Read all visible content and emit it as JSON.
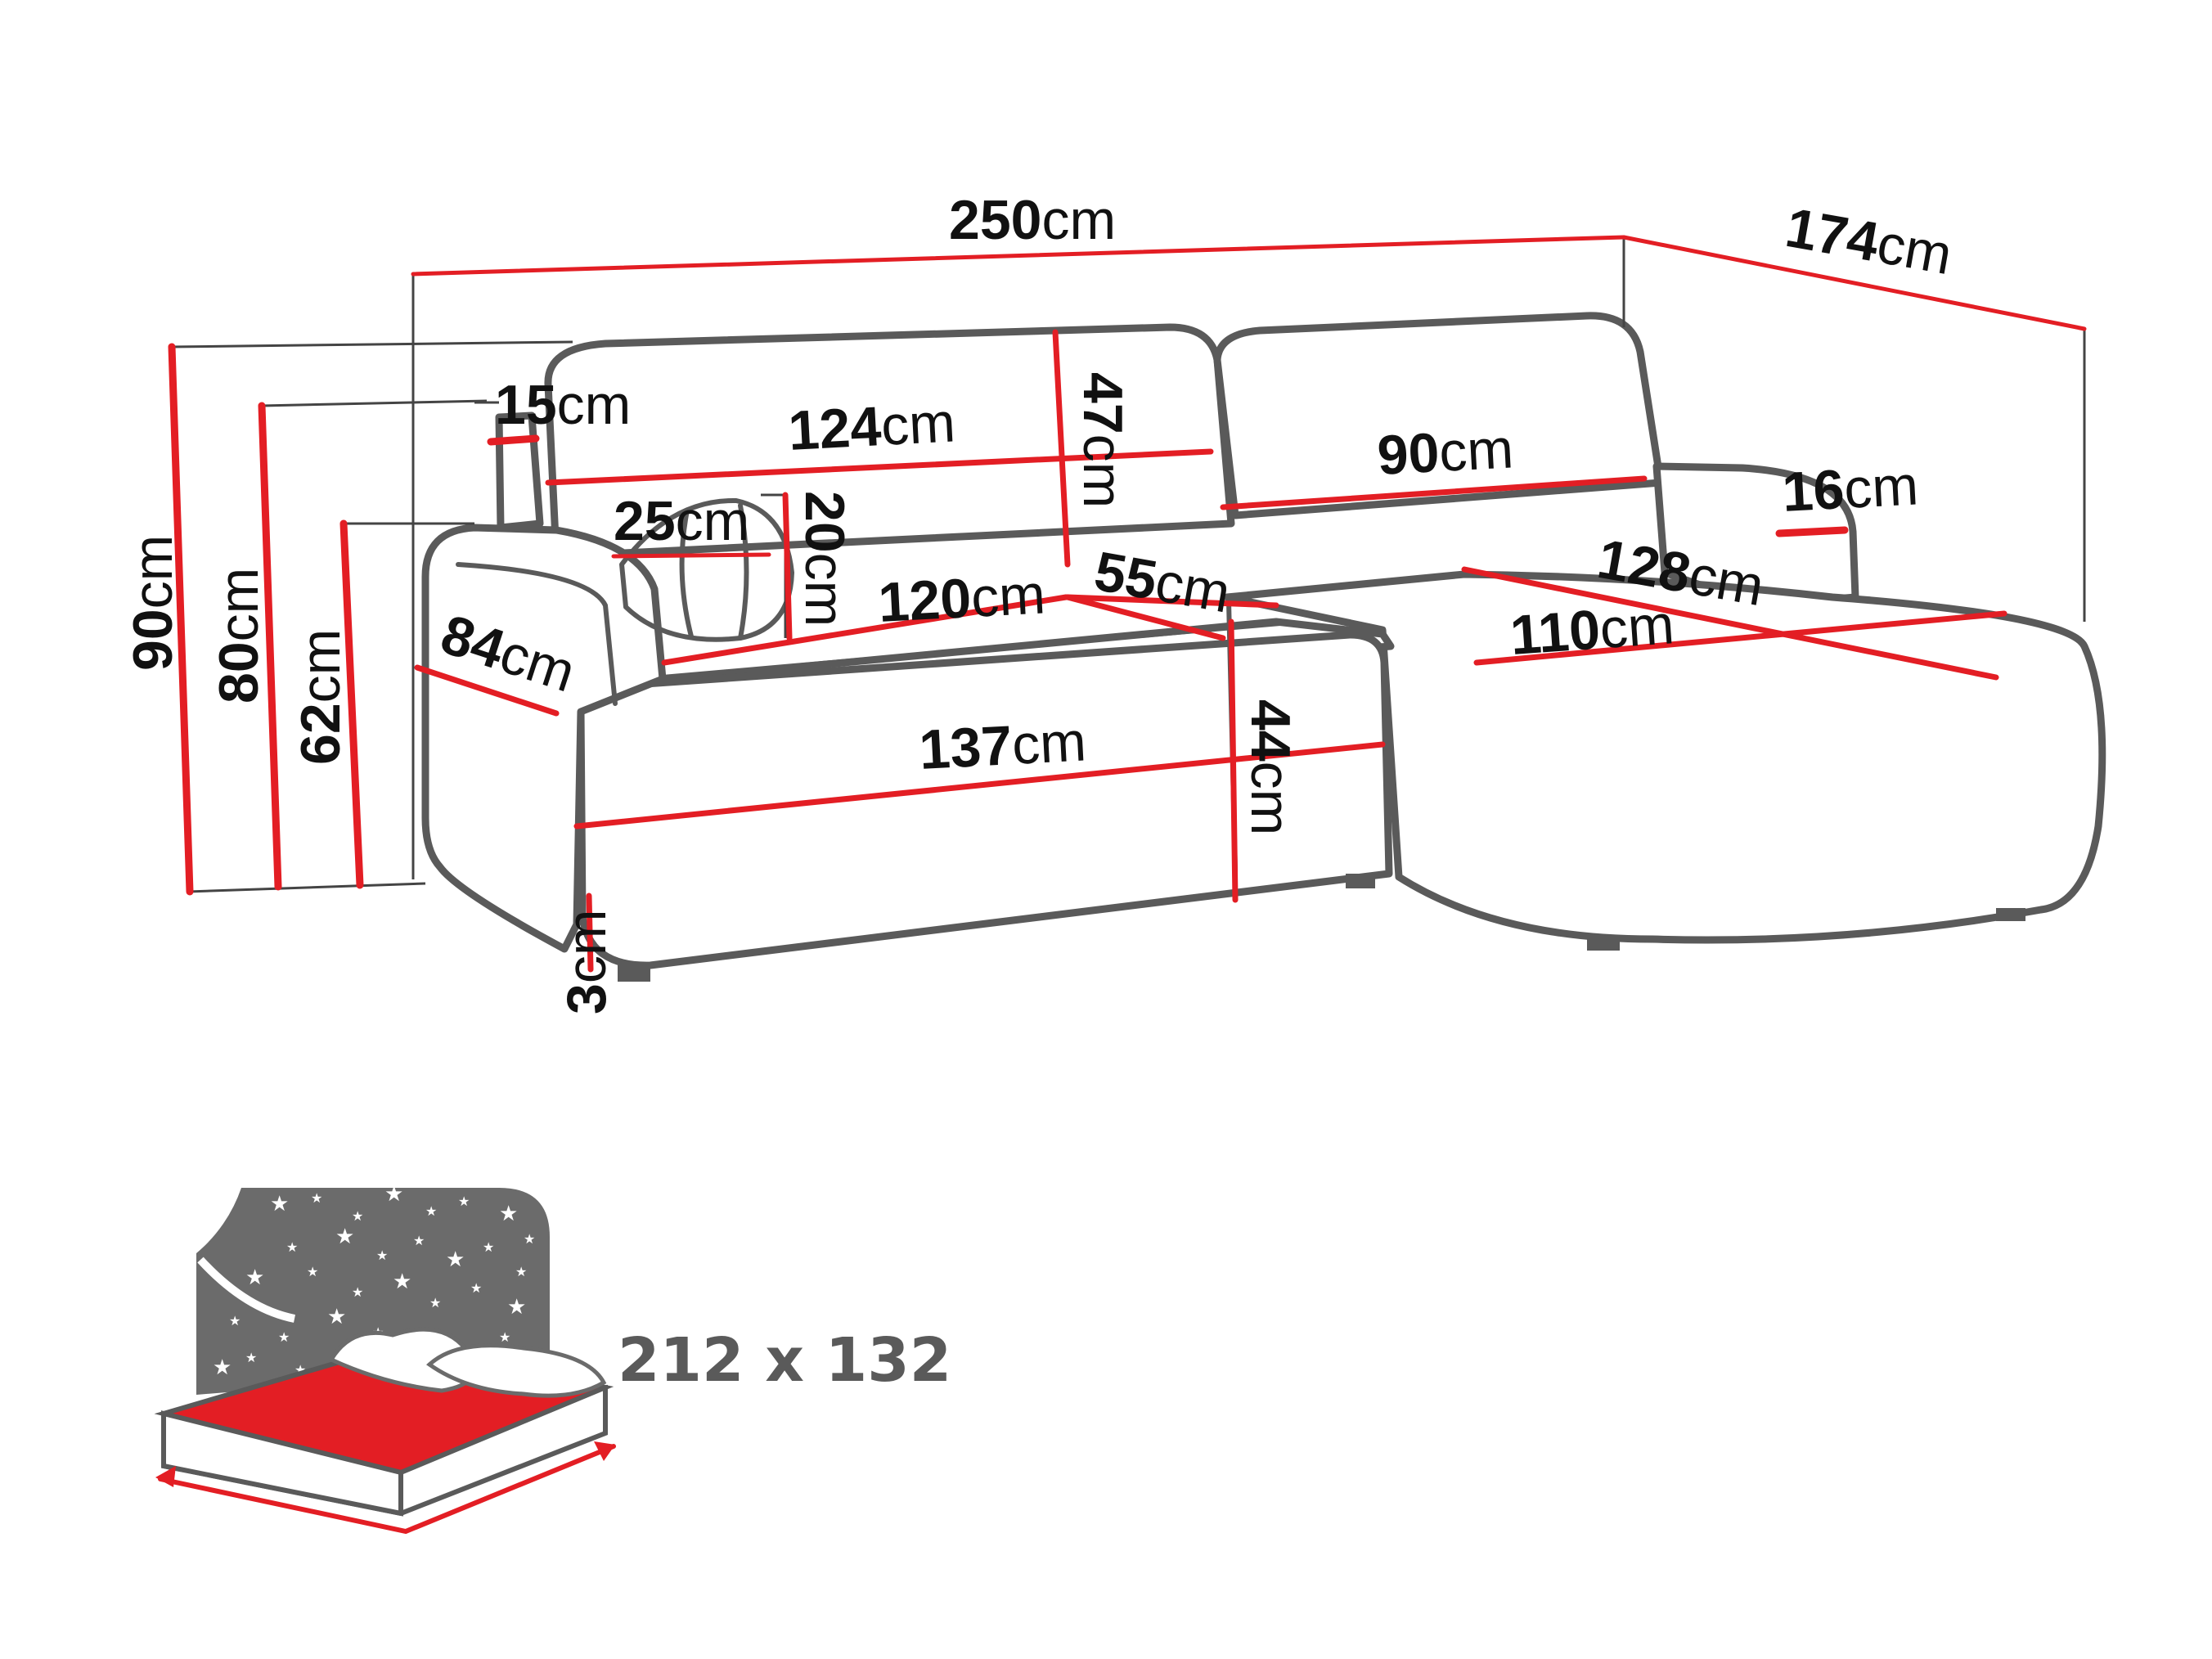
{
  "colors": {
    "dimension_line": "#e31e24",
    "outline": "#5a5a5a",
    "guide": "#444444",
    "bed_panel": "#6b6b6b",
    "mattress": "#e31e24",
    "bed_text": "#5a5a5a"
  },
  "unit": "cm",
  "dimensions": {
    "total_width": "250",
    "depth_chaise": "174",
    "total_height": "90",
    "backrest_height": "80",
    "armrest_height": "62",
    "armrest_width": "15",
    "backrest_width": "124",
    "backrest_depth": "47",
    "chaise_back_width": "90",
    "chaise_arm_width": "16",
    "pillow_diameter": "25",
    "pillow_height": "20",
    "seat_width": "120",
    "seat_depth": "55",
    "side_depth": "84",
    "chaise_length": "128",
    "chaise_width": "110",
    "front_width": "137",
    "seat_height": "44",
    "leg_height": "3"
  },
  "bed": {
    "icon": "bed-icon",
    "size_label": "212 x 132"
  }
}
